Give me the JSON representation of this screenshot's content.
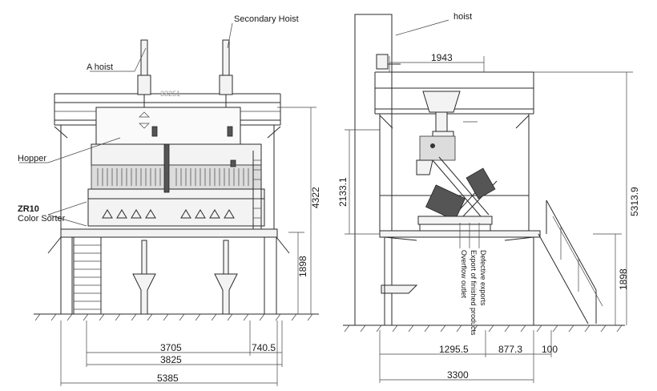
{
  "labels": {
    "a_hoist": "A hoist",
    "secondary_hoist": "Secondary Hoist",
    "hopper": "Hopper",
    "model": "ZR10",
    "color_sorter": "Color Sorter",
    "hoist_right": "hoist",
    "defective_exports": "Defective exports",
    "export_finished": "Export of finished products",
    "overflow_outlet": "Overflow outlet",
    "faint_top": "33251"
  },
  "dims_left": {
    "height_total": "4322",
    "height_platform": "1898",
    "width_3705": "3705",
    "width_740": "740.5",
    "width_3825": "3825",
    "width_5385": "5385"
  },
  "dims_right": {
    "top_1943": "1943",
    "height_2133": "2133.1",
    "height_5313": "5313.9",
    "height_1898": "1898",
    "width_1295": "1295.5",
    "width_877": "877.3",
    "width_100": "100",
    "width_3300": "3300"
  }
}
